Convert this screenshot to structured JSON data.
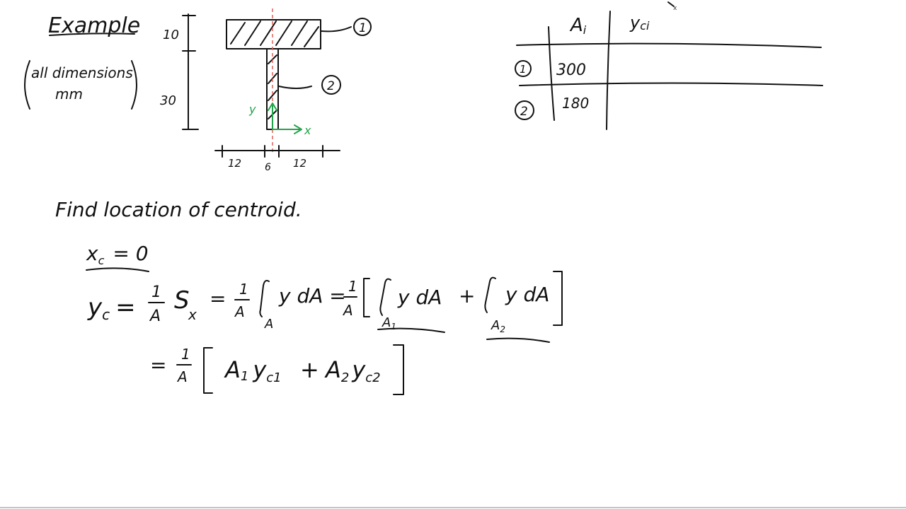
{
  "example_title": "Example",
  "note_dimensions": "all dimensions",
  "note_unit": "mm",
  "dims": {
    "flange_thickness": "10",
    "web_height": "30",
    "left_overhang": "12",
    "web_width": "6",
    "right_overhang": "12"
  },
  "part_labels": [
    "1",
    "2"
  ],
  "axis_labels": {
    "y": "y",
    "x": "x"
  },
  "table": {
    "col_area": "A",
    "col_area_sub": "i",
    "col_yc": "y",
    "col_yc_sub": "ci",
    "rows": [
      {
        "part": "1",
        "area": "300"
      },
      {
        "part": "2",
        "area": "180"
      }
    ]
  },
  "task": "Find location of centroid.",
  "eq_xc": "x",
  "eq_xc_sub": "c",
  "eq_xc_rhs": "= 0",
  "colors": {
    "ink": "#111111",
    "axes": "#22a34a",
    "centerline": "#e0605a"
  }
}
